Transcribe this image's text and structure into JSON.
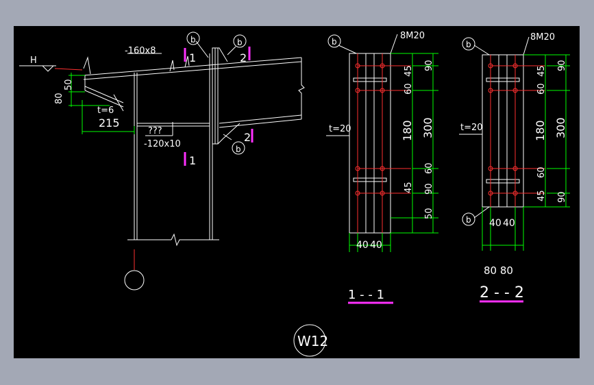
{
  "drawing": {
    "colors": {
      "background": "#000000",
      "frame": "#a3a8b5",
      "lines": "#ffffff",
      "dimension": "#00ff00",
      "bolt": "#ff3030",
      "hatch": "#ff30ff",
      "leader": "#ff3030"
    },
    "elevation": {
      "level_mark": "H",
      "plate_top": "-160x8",
      "plate_bottom": "-120x10",
      "thickness": "t=6",
      "dim_215": "215",
      "dim_80": "80",
      "dim_50": "50",
      "unknown_label": "???",
      "section_1": "1",
      "section_2": "2",
      "bubble_b": "b"
    },
    "section_11": {
      "bolts": "8M20",
      "thickness": "t=20",
      "bubble_b": "b",
      "dims_right": [
        "45",
        "60",
        "180",
        "45",
        "50"
      ],
      "dims_far": [
        "90",
        "300",
        "90"
      ],
      "dim_60b": "60",
      "dims_bottom": [
        "40",
        "40"
      ],
      "title": "1 - - 1"
    },
    "section_22": {
      "bolts": "8M20",
      "thickness": "t=20",
      "bubble_b": "b",
      "bubble_b2": "b",
      "dims_right": [
        "45",
        "60",
        "180",
        "60",
        "45"
      ],
      "dims_far": [
        "90",
        "300",
        "90"
      ],
      "dims_bottom": [
        "40",
        "40"
      ],
      "dims_below": "80 80",
      "title": "2 - - 2"
    },
    "drawing_id": "W12"
  }
}
